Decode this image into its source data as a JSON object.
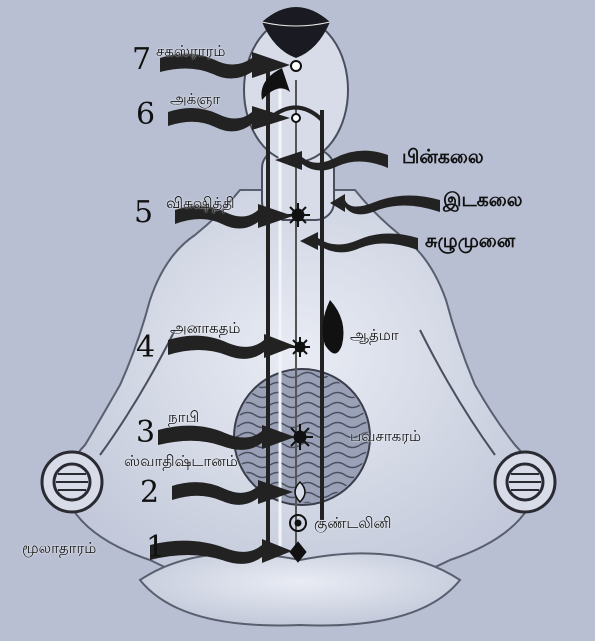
{
  "chakras": [
    {
      "number": "7",
      "name": "சகஸ்ராரம்"
    },
    {
      "number": "6",
      "name": "அக்ஞா"
    },
    {
      "number": "5",
      "name": "விசுஷித்தி"
    },
    {
      "number": "4",
      "name": "அனாகதம்"
    },
    {
      "number": "3",
      "name": "நாபி"
    },
    {
      "number": "2",
      "name": "ஸ்வாதிஷ்டானம்"
    },
    {
      "number": "1",
      "name": "மூலாதாரம்"
    }
  ],
  "channels": {
    "pingala": "பின்கலை",
    "ida": "இடகலை",
    "sushumna": "சுழுமுனை"
  },
  "other_labels": {
    "atma": "ஆத்மா",
    "bhavasagaram": "பவசாகரம்",
    "kundalini": "குண்டலினி"
  },
  "colors": {
    "background": "#b8bfd2",
    "figure": "#d6dbe8",
    "ink": "#111111",
    "ocean": "#9aa1b6"
  }
}
